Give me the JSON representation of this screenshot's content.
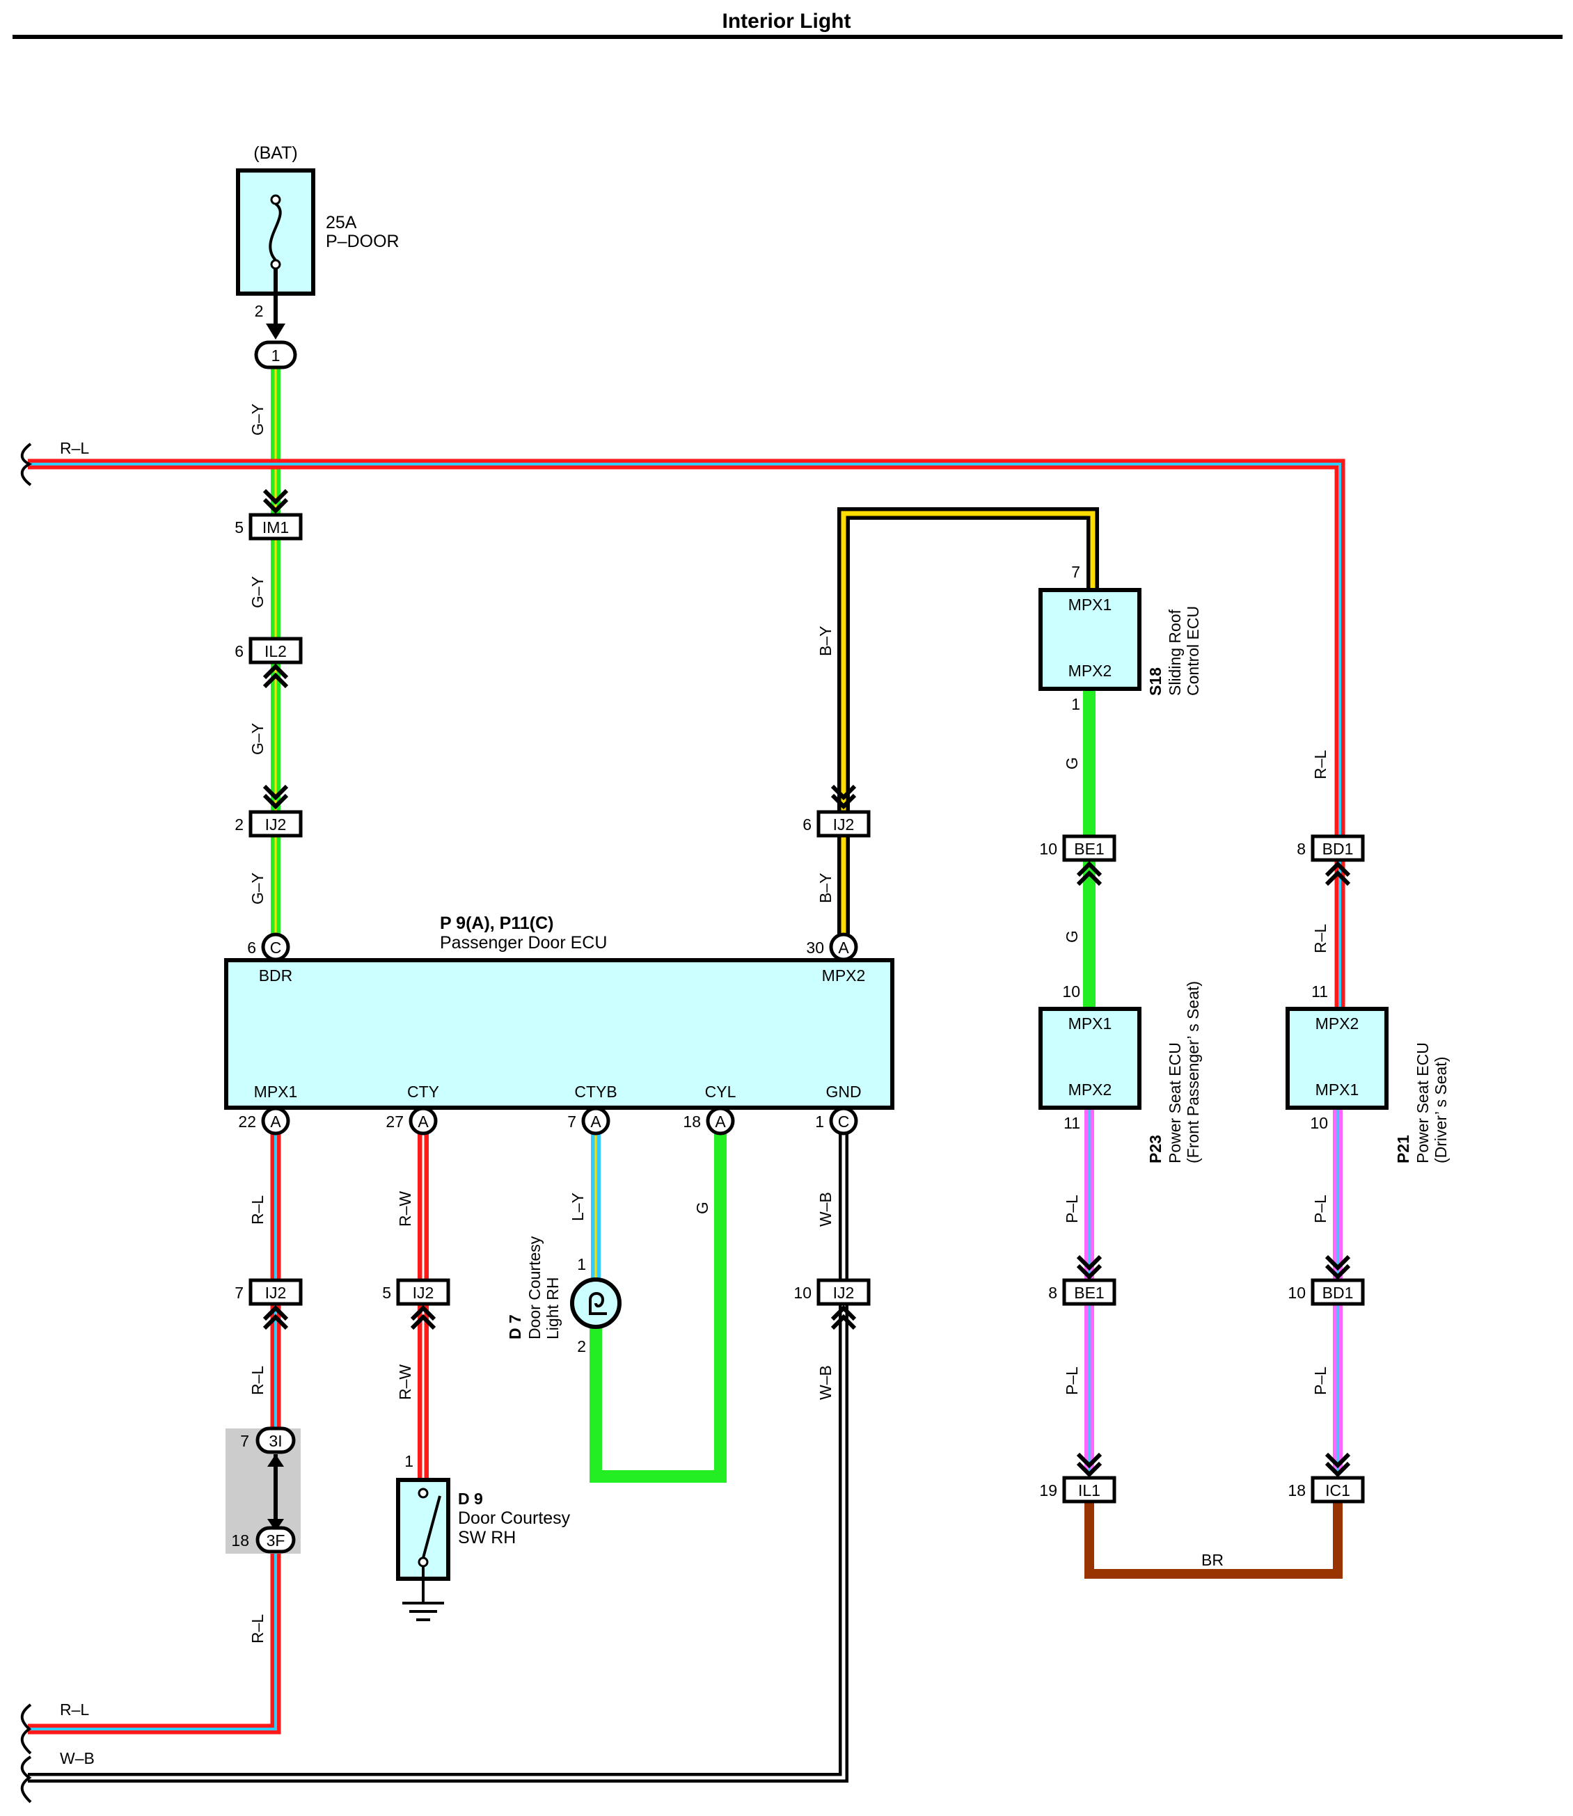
{
  "title": "Interior Light",
  "colors": {
    "R": "#ff1a1a",
    "L": "#33ccff",
    "G": "#22ee22",
    "Y": "#ffdd00",
    "W": "#ffffff",
    "B": "#000000",
    "P": "#ff66ff",
    "BR": "#993300",
    "module_fill": "#ccffff",
    "splice_gray": "#cccccc"
  },
  "fuse": {
    "source": "(BAT)",
    "rating": "25A",
    "name": "P–DOOR",
    "pin": "2"
  },
  "wire_labels": {
    "r_l": "R–L",
    "g_y": "G–Y",
    "b_y": "B–Y",
    "g": "G",
    "p_l": "P–L",
    "r_w": "R–W",
    "l_y": "L–Y",
    "w_b": "W–B",
    "br": "BR"
  },
  "connectors": {
    "c1": {
      "label": "1"
    },
    "im1": {
      "label": "IM1",
      "pin": "5"
    },
    "il2": {
      "label": "IL2",
      "pin": "6"
    },
    "ij2_a": {
      "label": "IJ2",
      "pin": "2"
    },
    "ij2_b": {
      "label": "IJ2",
      "pin": "6"
    },
    "ij2_c": {
      "label": "IJ2",
      "pin": "7"
    },
    "ij2_d": {
      "label": "IJ2",
      "pin": "5"
    },
    "ij2_e": {
      "label": "IJ2",
      "pin": "10"
    },
    "be1_top": {
      "label": "BE1",
      "pin": "10"
    },
    "bd1_top": {
      "label": "BD1",
      "pin": "8"
    },
    "be1_bot": {
      "label": "BE1",
      "pin": "8"
    },
    "bd1_bot": {
      "label": "BD1",
      "pin": "10"
    },
    "il1": {
      "label": "IL1",
      "pin": "19"
    },
    "ic1": {
      "label": "IC1",
      "pin": "18"
    },
    "s3i": {
      "label": "3I",
      "pin": "7"
    },
    "s3f": {
      "label": "3F",
      "pin": "18"
    }
  },
  "passenger_door_ecu": {
    "code": "P 9(A), P11(C)",
    "name": "Passenger Door ECU",
    "top_terminals": [
      {
        "name": "BDR",
        "pin": "6",
        "conn": "C"
      },
      {
        "name": "MPX2",
        "pin": "30",
        "conn": "A"
      }
    ],
    "bottom_terminals": [
      {
        "name": "MPX1",
        "pin": "22",
        "conn": "A"
      },
      {
        "name": "CTY",
        "pin": "27",
        "conn": "A"
      },
      {
        "name": "CTYB",
        "pin": "7",
        "conn": "A"
      },
      {
        "name": "CYL",
        "pin": "18",
        "conn": "A"
      },
      {
        "name": "GND",
        "pin": "1",
        "conn": "C"
      }
    ]
  },
  "sliding_roof_ecu": {
    "code": "S18",
    "name_line1": "Sliding Roof",
    "name_line2": "Control ECU",
    "t1": "MPX1",
    "t1_pin": "7",
    "t2": "MPX2",
    "t2_pin": "1"
  },
  "power_seat_passenger": {
    "code": "P23",
    "name_line1": "Power Seat ECU",
    "name_line2": "(Front Passenger’ s Seat)",
    "t1": "MPX1",
    "t1_pin": "10",
    "t2": "MPX2",
    "t2_pin": "11"
  },
  "power_seat_driver": {
    "code": "P21",
    "name_line1": "Power Seat ECU",
    "name_line2": "(Driver’ s Seat)",
    "t1": "MPX2",
    "t1_pin": "11",
    "t2": "MPX1",
    "t2_pin": "10"
  },
  "courtesy_light": {
    "code": "D 7",
    "name_line1": "Door Courtesy",
    "name_line2": "Light RH",
    "pin1": "1",
    "pin2": "2"
  },
  "courtesy_switch": {
    "code": "D 9",
    "name_line1": "Door Courtesy",
    "name_line2": "SW RH",
    "pin": "1"
  }
}
